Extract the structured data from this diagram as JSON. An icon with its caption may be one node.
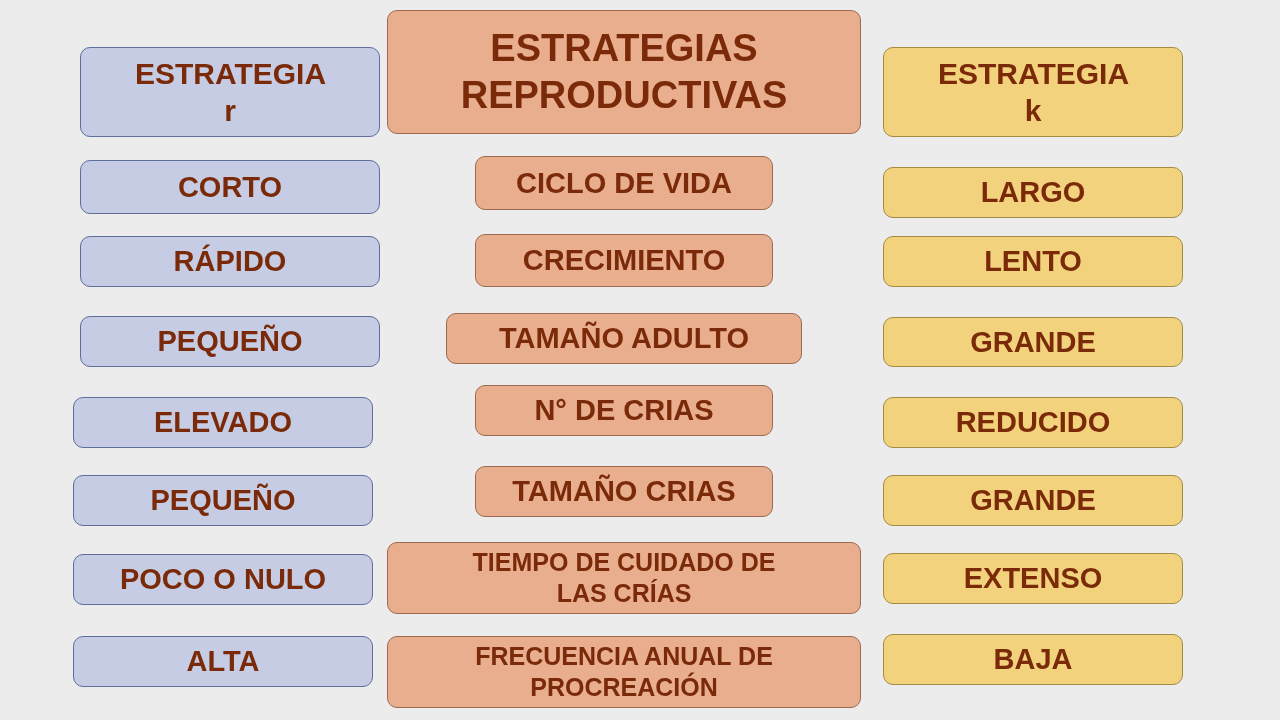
{
  "diagram": {
    "nodes": [
      {
        "text": [
          "ESTRATEGIA r"
        ]
      },
      {
        "text": [
          "ESTRATEGIAS REPRODUCTIVAS"
        ]
      },
      {
        "text": [
          "ESTRATEGIA k"
        ]
      },
      {
        "text": [
          "CORTO"
        ]
      },
      {
        "text": [
          "CICLO DE VIDA"
        ]
      },
      {
        "text": [
          "LARGO"
        ]
      },
      {
        "text": [
          "RÁPIDO"
        ]
      },
      {
        "text": [
          "CRECIMIENTO"
        ]
      },
      {
        "text": [
          "LENTO"
        ]
      },
      {
        "text": [
          "PEQUEÑO"
        ]
      },
      {
        "text": [
          "TAMAÑO ADULTO"
        ]
      },
      {
        "text": [
          "GRANDE"
        ]
      },
      {
        "text": [
          "ELEVADO"
        ]
      },
      {
        "text": [
          "N° DE CRIAS"
        ]
      },
      {
        "text": [
          "REDUCIDO"
        ]
      },
      {
        "text": [
          "PEQUEÑO"
        ]
      },
      {
        "text": [
          "TAMAÑO CRIAS"
        ]
      },
      {
        "text": [
          "GRANDE"
        ]
      },
      {
        "text": [
          "POCO O NULO"
        ]
      },
      {
        "text": [
          "TIEMPO DE CUIDADO DE LAS CRÍAS"
        ]
      },
      {
        "text": [
          "EXTENSO"
        ]
      },
      {
        "text": [
          "ALTA"
        ]
      },
      {
        "text": [
          "FRECUENCIA ANUAL DE PROCREACIÓN"
        ]
      },
      {
        "text": [
          "BAJA"
        ]
      }
    ],
    "edges": []
  }
}
